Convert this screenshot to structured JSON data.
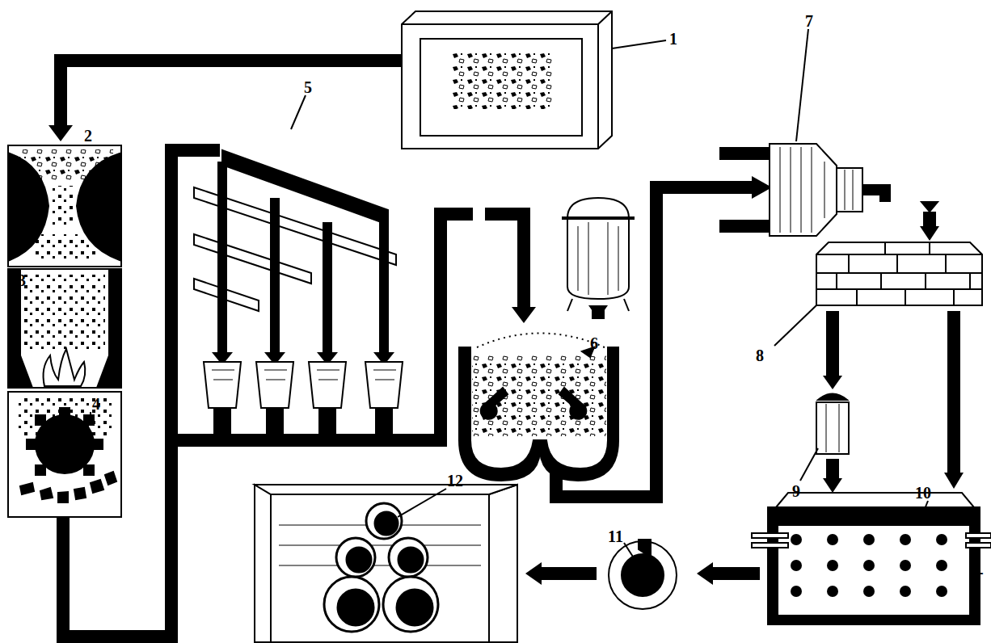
{
  "diagram": {
    "labels": [
      "1",
      "2",
      "3",
      "4",
      "5",
      "6",
      "7",
      "8",
      "9",
      "10",
      "11",
      "12",
      "+",
      "-"
    ]
  }
}
